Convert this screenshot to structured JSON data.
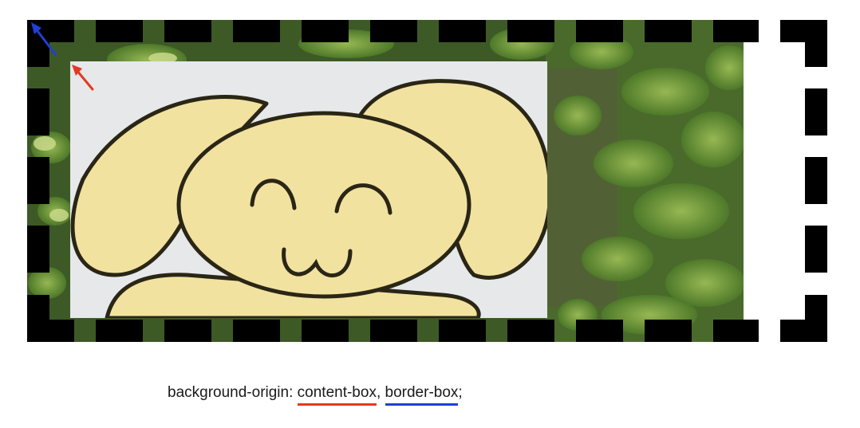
{
  "caption": {
    "property": "background-origin:",
    "value_1": "content-box",
    "separator": ",",
    "value_2": "border-box",
    "terminator": ";"
  },
  "colors": {
    "content_box_accent": "#e03a22",
    "border_box_accent": "#1f3fd6",
    "dashed_border": "#000000",
    "foliage_dark": "#2f4a1e",
    "foliage_light": "#8fb24a",
    "bunny_fill": "#f2e2a0",
    "paper": "#e6e8ea"
  },
  "icons": {
    "content_origin_arrow": "red-arrow-icon",
    "border_origin_arrow": "blue-arrow-icon",
    "layered_backgrounds": "bunny-drawing-on-foliage"
  }
}
